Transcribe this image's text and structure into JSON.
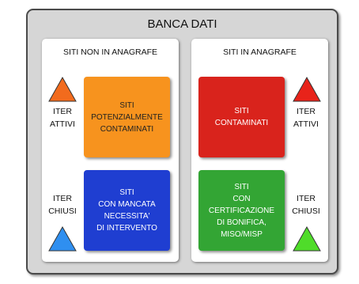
{
  "title": "BANCA DATI",
  "left_panel": {
    "title": "SITI NON IN ANAGRAFE",
    "top_box": {
      "lines": [
        "SITI",
        "POTENZIALMENTE",
        "CONTAMINATI"
      ],
      "color": "#f7931e"
    },
    "bottom_box": {
      "lines": [
        "SITI",
        "CON MANCATA",
        "NECESSITA'",
        "DI INTERVENTO"
      ],
      "color": "#1f3ed1"
    },
    "top_label": [
      "ITER",
      "ATTIVI"
    ],
    "bottom_label": [
      "ITER",
      "CHIUSI"
    ],
    "top_triangle": {
      "icon": "triangle-icon",
      "color": "#f26b1d"
    },
    "bottom_triangle": {
      "icon": "triangle-icon",
      "color": "#2f8ff0"
    }
  },
  "right_panel": {
    "title": "SITI IN ANAGRAFE",
    "top_box": {
      "lines": [
        "SITI",
        "CONTAMINATI"
      ],
      "color": "#d9231c"
    },
    "bottom_box": {
      "lines": [
        "SITI",
        "CON",
        "CERTIFICAZIONE",
        "DI BONIFICA,",
        "MISO/MISP"
      ],
      "color": "#33a534"
    },
    "top_label": [
      "ITER",
      "ATTIVI"
    ],
    "bottom_label": [
      "ITER",
      "CHIUSI"
    ],
    "top_triangle": {
      "icon": "triangle-icon",
      "color": "#e8231a"
    },
    "bottom_triangle": {
      "icon": "triangle-icon",
      "color": "#4fdc2a"
    }
  }
}
